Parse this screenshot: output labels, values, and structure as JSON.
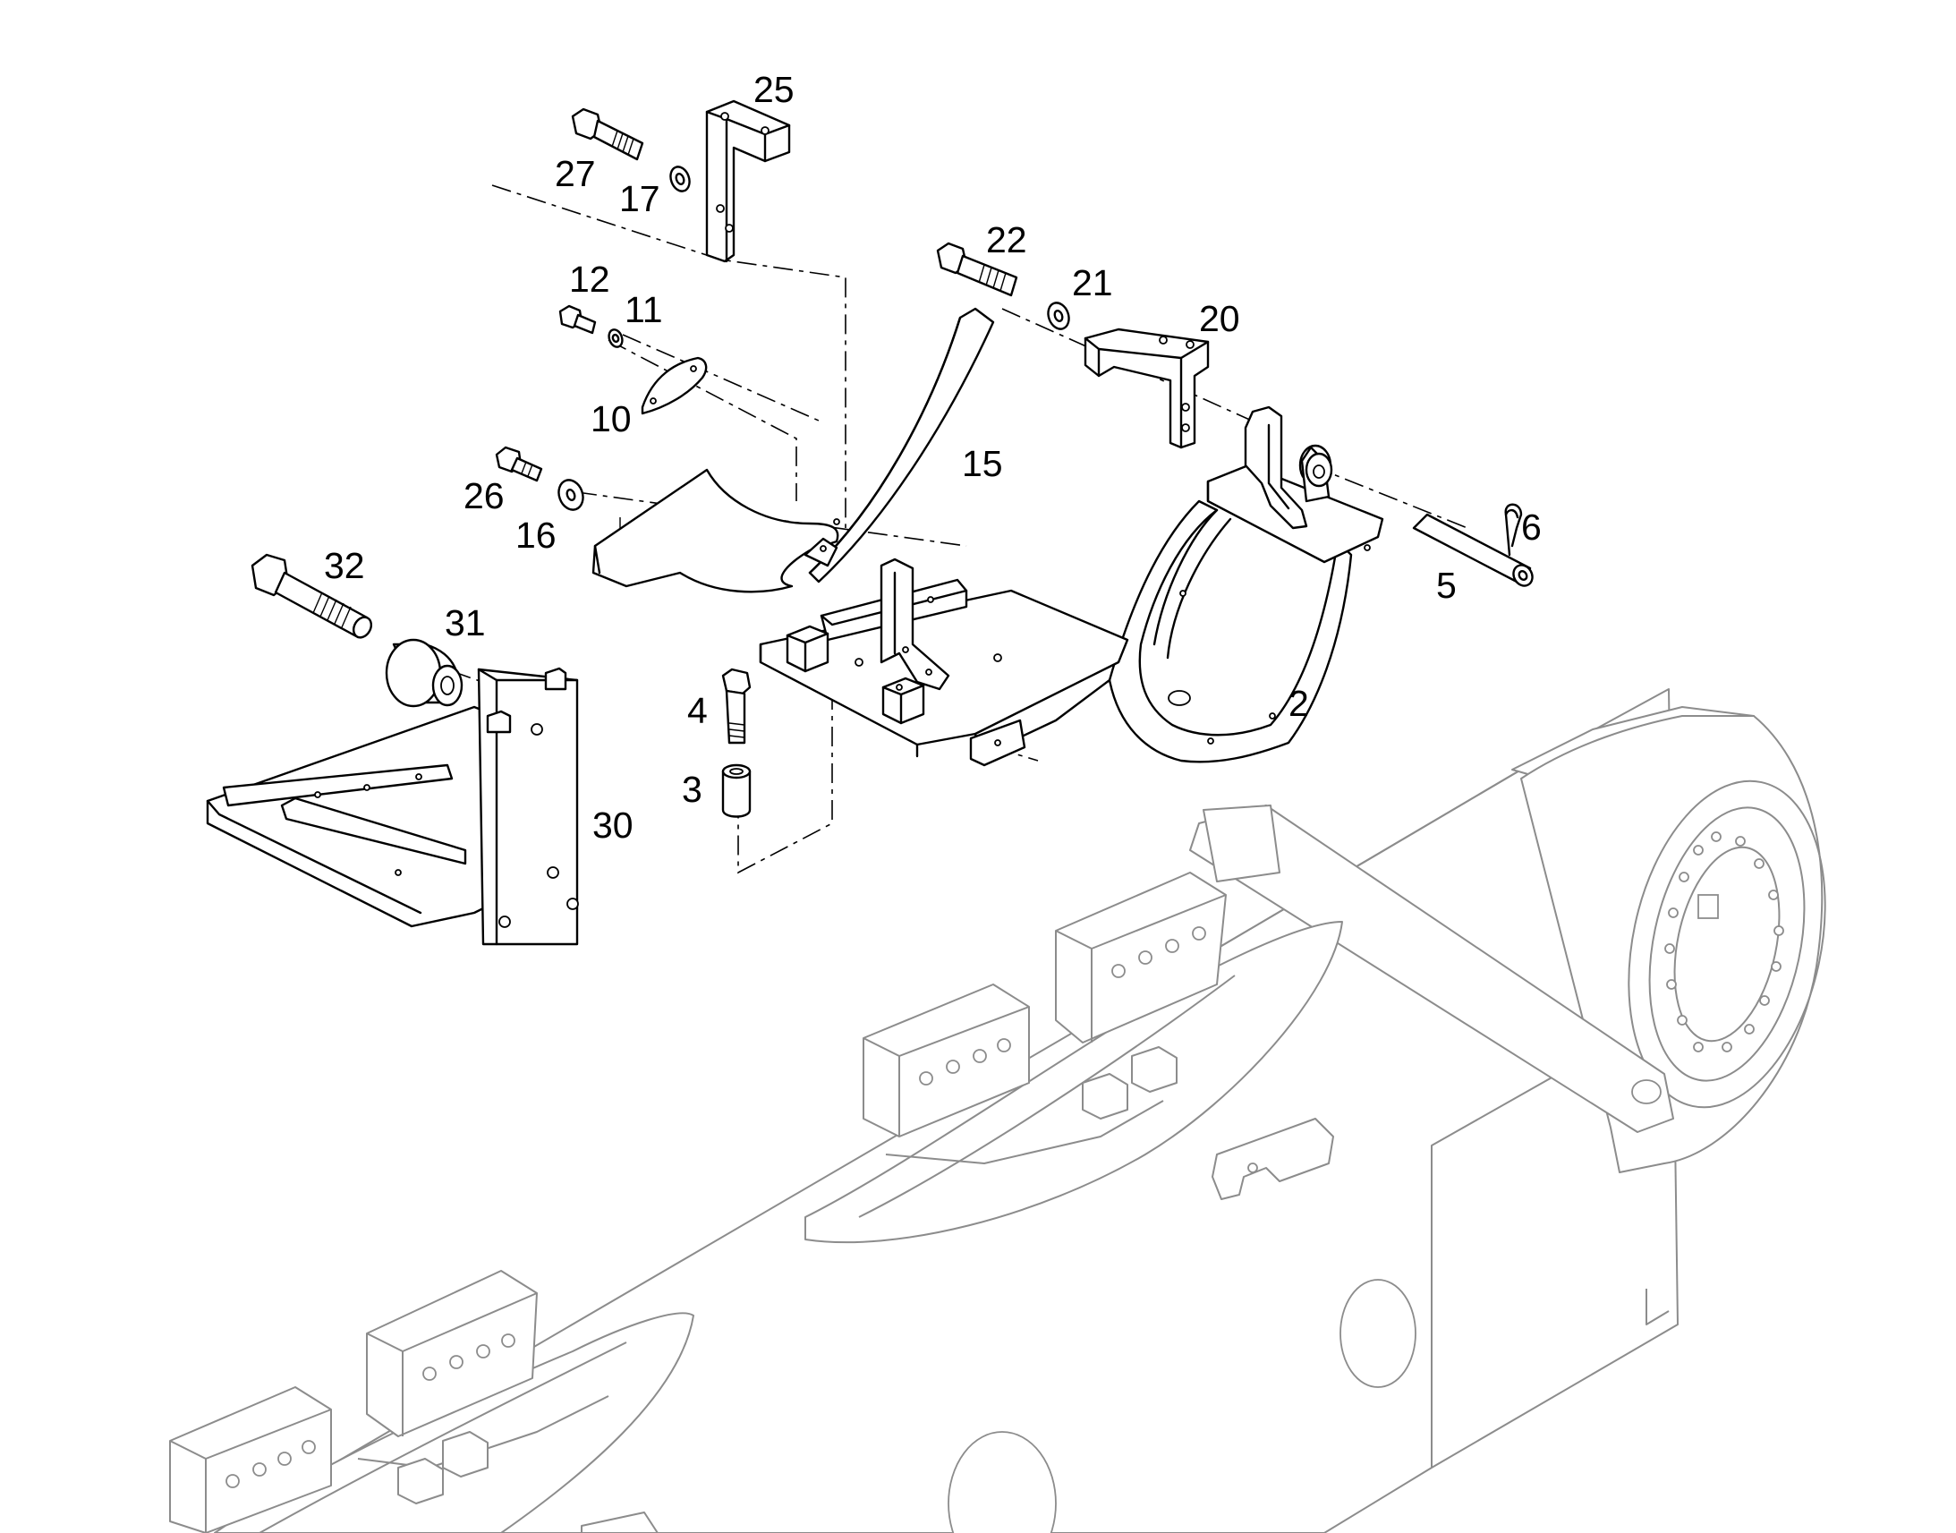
{
  "callouts": [
    {
      "id": "c25",
      "label": "25"
    },
    {
      "id": "c27",
      "label": "27"
    },
    {
      "id": "c17",
      "label": "17"
    },
    {
      "id": "c22",
      "label": "22"
    },
    {
      "id": "c12",
      "label": "12"
    },
    {
      "id": "c11",
      "label": "11"
    },
    {
      "id": "c21",
      "label": "21"
    },
    {
      "id": "c20",
      "label": "20"
    },
    {
      "id": "c10",
      "label": "10"
    },
    {
      "id": "c15",
      "label": "15"
    },
    {
      "id": "c26",
      "label": "26"
    },
    {
      "id": "c16",
      "label": "16"
    },
    {
      "id": "c6",
      "label": "6"
    },
    {
      "id": "c5",
      "label": "5"
    },
    {
      "id": "c32",
      "label": "32"
    },
    {
      "id": "c31",
      "label": "31"
    },
    {
      "id": "c4",
      "label": "4"
    },
    {
      "id": "c2",
      "label": "2"
    },
    {
      "id": "c3",
      "label": "3"
    },
    {
      "id": "c30",
      "label": "30"
    }
  ]
}
